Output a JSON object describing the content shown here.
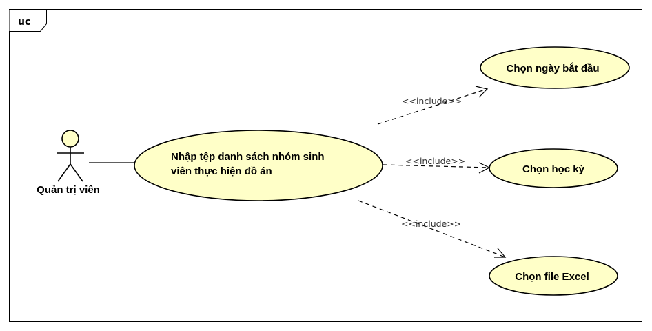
{
  "frame": {
    "label": "uc"
  },
  "actor": {
    "name": "Quản trị viên"
  },
  "use_cases": {
    "main": {
      "line1": "Nhập tệp danh sách nhóm sinh",
      "line2": "viên thực hiện đồ án"
    },
    "start_date": "Chọn ngày bắt đầu",
    "semester": "Chọn học kỳ",
    "excel": "Chọn file Excel"
  },
  "relations": {
    "include_top": "<<include>>",
    "include_middle": "<<include>>",
    "include_bottom": "<<include>>"
  },
  "colors": {
    "use_case_fill": "#FFFFC8",
    "stroke": "#000000"
  }
}
